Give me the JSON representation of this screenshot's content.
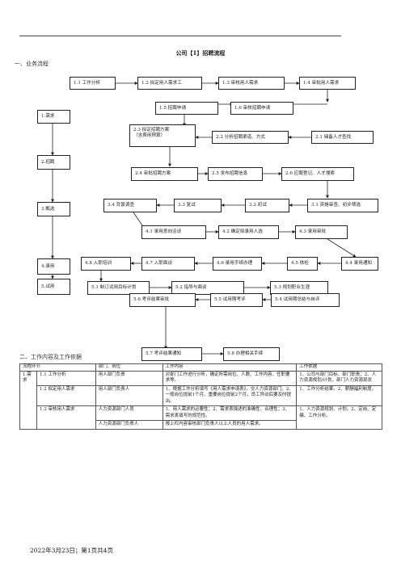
{
  "title": "公司【1】招聘流程",
  "section1": "一、业务流程",
  "section2": "二、工作内容及工作依据",
  "stages": [
    "1.需求",
    "2.招聘",
    "3.甄选",
    "4.录用",
    "5.试用"
  ],
  "flow": {
    "b11": "1.1 工作分析",
    "b12": "1.2 拟定用人需求工",
    "b13": "1.3 审核用人需求",
    "b14": "1.4 审批用人需求",
    "b15": "1.5 招聘申请",
    "b16": "1.6 审核招聘申请",
    "b23a": "2.3 拟定招聘方案",
    "b23b": "（含费用预算）",
    "b22": "2.2 分析招聘渠道、方式",
    "b21": "2.1 储备人才查找",
    "b24": "2.4 审批招聘方案",
    "b25": "2.5 发布招聘信息",
    "b26": "2.6 应聘登记、人才搜索",
    "b34": "3.4 背景调查",
    "b33": "3.3 复试",
    "b32": "3.2 初试",
    "b31": "3.1 资格审查、初步筛选",
    "b41": "4.1 录用意向洽谈",
    "b42": "4.2 确定拟录用人选",
    "b43": "4.3 录用审批",
    "b48": "4.8 入职培训",
    "b47": "4.7 入职面谈",
    "b46": "4.6 录用手续办理",
    "b45": "4.5 体检",
    "b44": "4.4 录用通知",
    "b51": "5.1 制订试用目标计划",
    "b52": "5.2 指导与面谈",
    "b53": "5.3 规划职业生涯",
    "b56": "5.6 考评结果审批",
    "b55": "5.5 试用期考评",
    "b54": "5.4 试用期总结与自评",
    "b57": "5.7 考评结果通知",
    "b58": "5.8 办理相关手续"
  },
  "table": {
    "headers": [
      "流程环节",
      "部门、岗位",
      "工作内容",
      "工作依据"
    ],
    "stage": "1.需求",
    "rows": [
      {
        "step": "1.1 工作分析",
        "dept": "用人部门负责",
        "content": "对部门工作进行分析，确定所需岗位、人数、工作内容、任职要求等。",
        "basis": "1、公司与部门目标、部门职责；2、人力资源规划/计划，部门人力资源现状"
      },
      {
        "step": "1.2 拟定用人需求",
        "dept": "用人部门负责人",
        "content": "1、根据工作分析填写《用人需求申请表》，交人力资源部门。2、一般岗位提前1个月、重要岗位提前2个月，员工异动后要及时提出。",
        "basis": "1、工作分析结果。2、薪酬福利制度。"
      },
      {
        "step": "1.3 审核用人需求",
        "dept": "人力资源部门人员",
        "content": "1、用人需求的必要性；2、需求表描述的准确性、合理性；3、需求表填写的规范性。",
        "basis": "1、人力资源规划、计划。2、定岗、定编、工作分析。"
      },
      {
        "step": "",
        "dept": "人力资源部门负责人",
        "content": "报上栏内容审核部门负责人以上人员的用人需求。",
        "basis": ""
      }
    ]
  },
  "footer": "2022年3月23日；第1页共4页"
}
